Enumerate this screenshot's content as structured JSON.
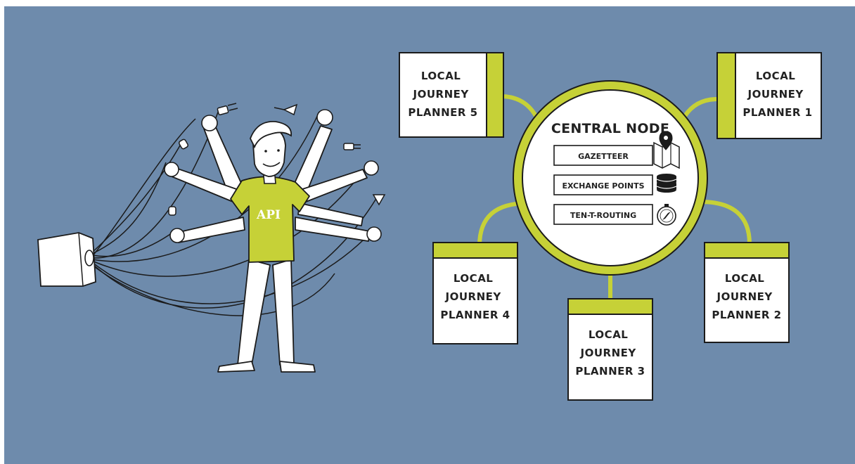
{
  "colors": {
    "background": "#6E8BAC",
    "accent": "#C6D137",
    "box_fill": "#ffffff",
    "outline": "#1b1b1b"
  },
  "mascot": {
    "shirt_label": "API",
    "icons": [
      "power-socket-icon",
      "plug-icon"
    ]
  },
  "central_node": {
    "title": "CENTRAL NODE",
    "services": [
      {
        "label": "GAZETTEER",
        "icon": "map-pin-icon"
      },
      {
        "label": "EXCHANGE POINTS",
        "icon": "database-icon"
      },
      {
        "label": "TEN-T-ROUTING",
        "icon": "compass-icon"
      }
    ]
  },
  "planners": {
    "p1": {
      "lines": [
        "LOCAL",
        "JOURNEY",
        "PLANNER 1"
      ]
    },
    "p2": {
      "lines": [
        "LOCAL",
        "JOURNEY",
        "PLANNER 2"
      ]
    },
    "p3": {
      "lines": [
        "LOCAL",
        "JOURNEY",
        "PLANNER 3"
      ]
    },
    "p4": {
      "lines": [
        "LOCAL",
        "JOURNEY",
        "PLANNER 4"
      ]
    },
    "p5": {
      "lines": [
        "LOCAL",
        "JOURNEY",
        "PLANNER 5"
      ]
    }
  }
}
